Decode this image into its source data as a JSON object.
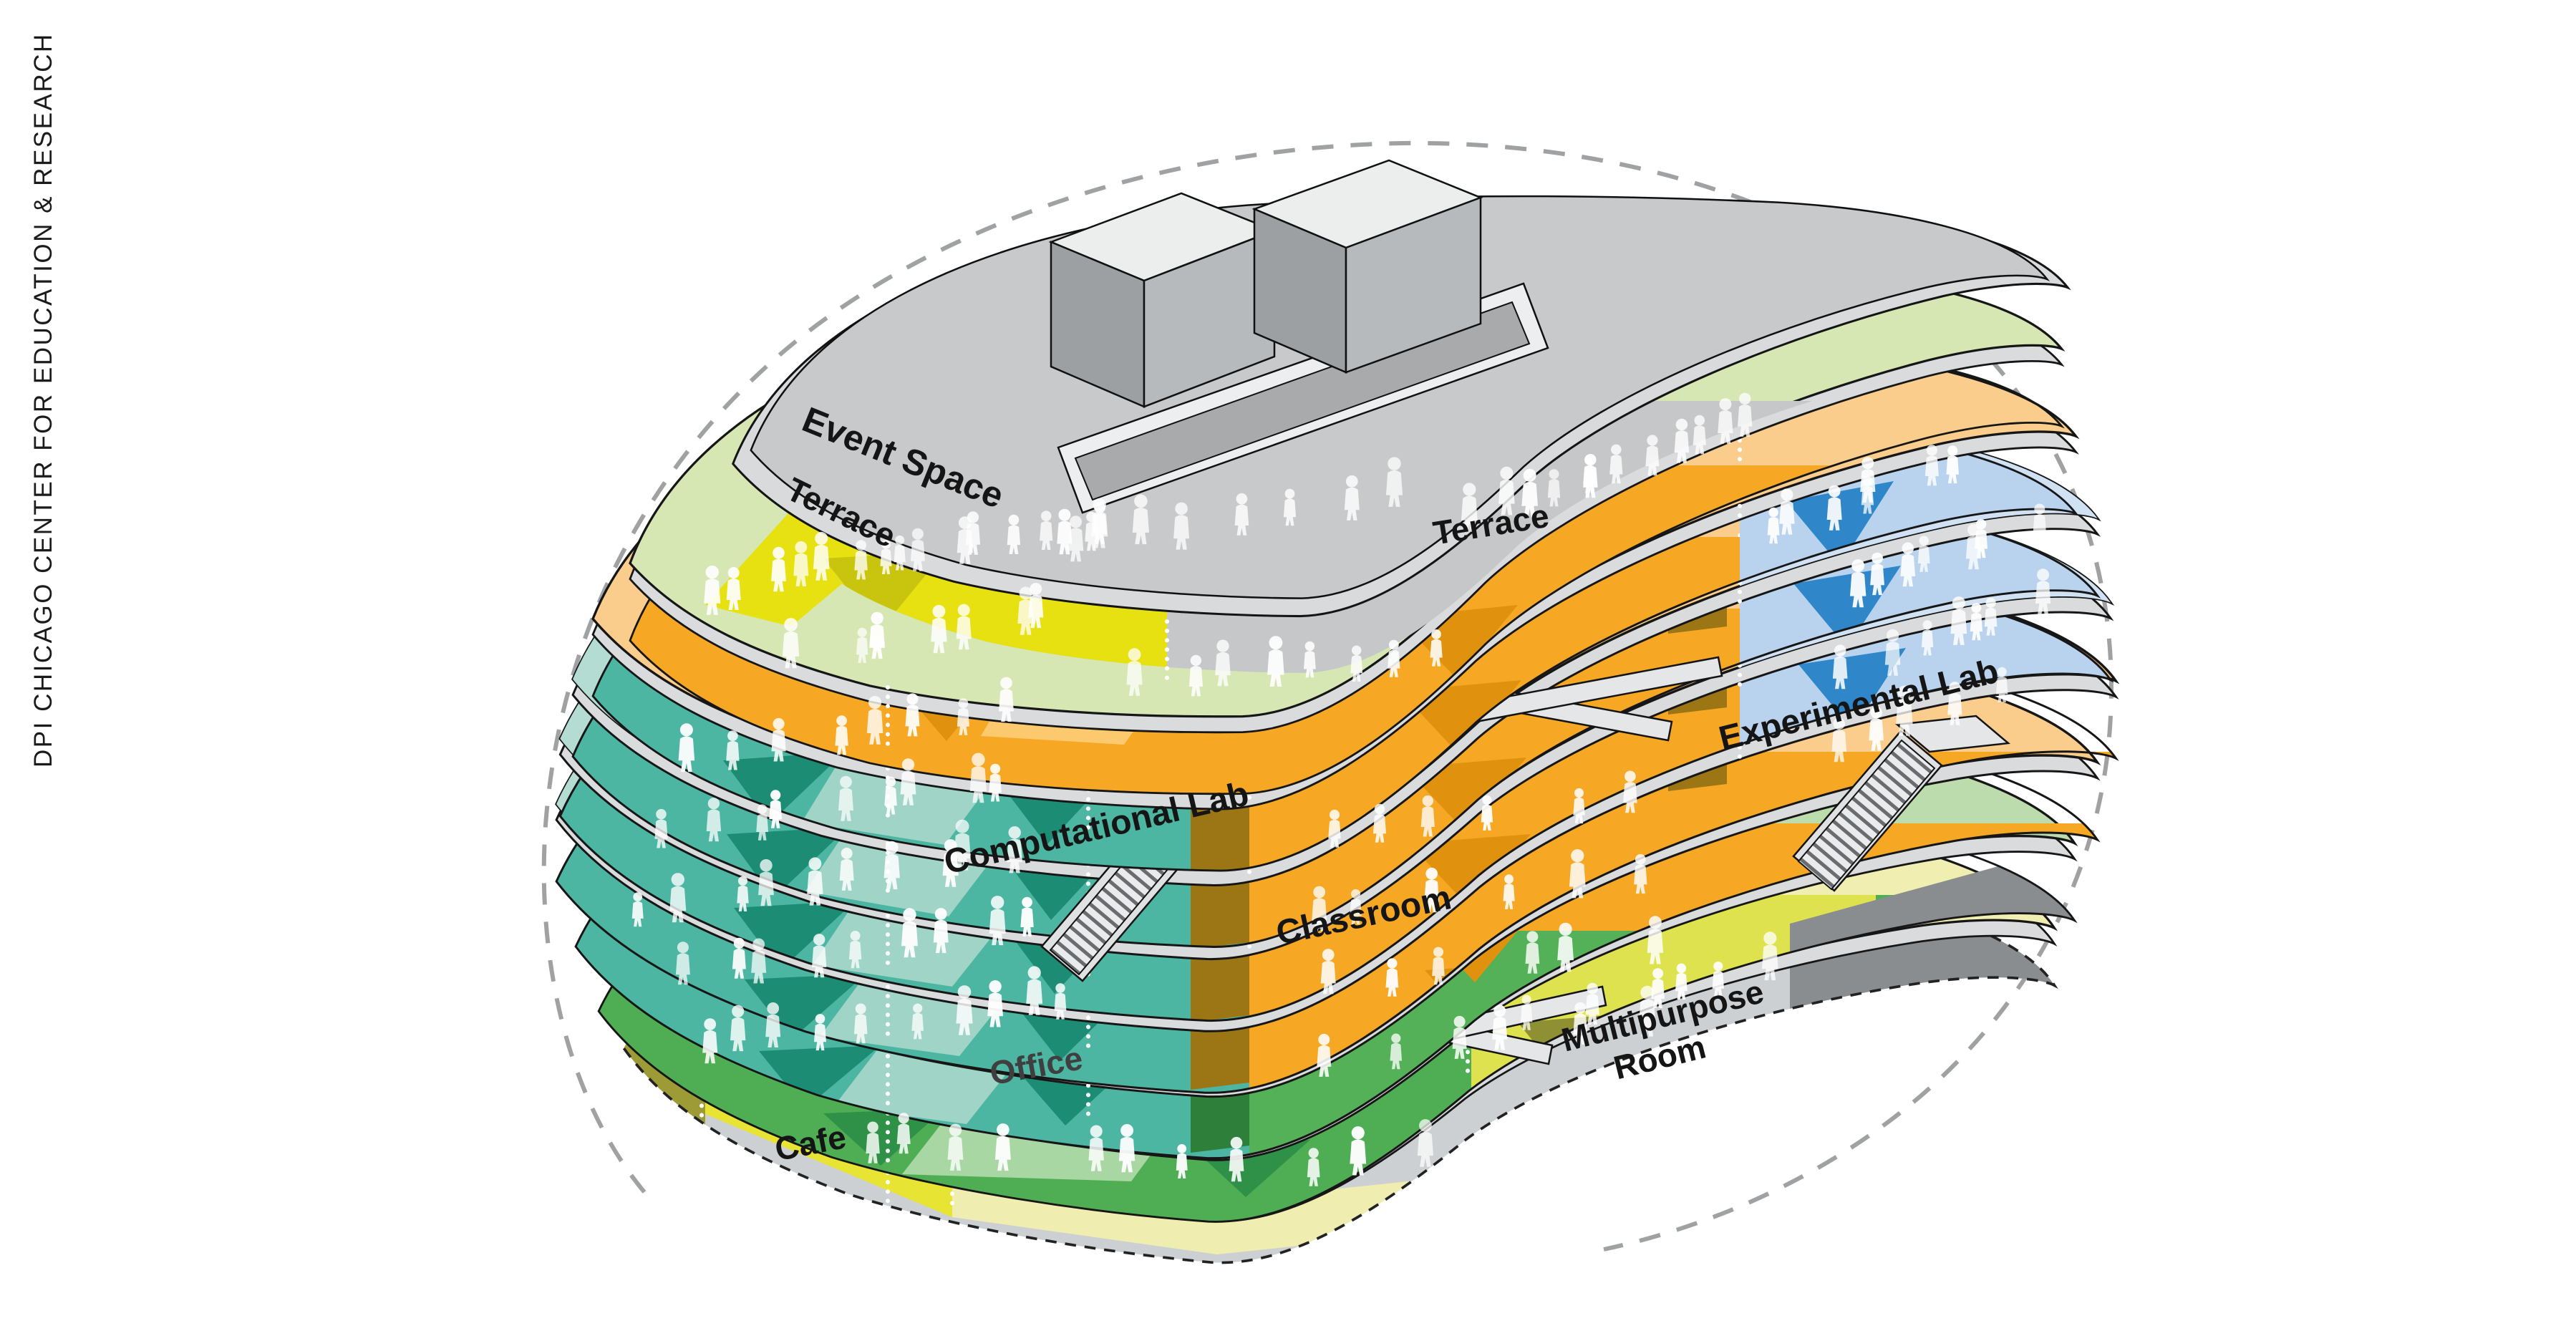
{
  "page": {
    "background": "#ffffff",
    "kind": "architectural axonometric program diagram"
  },
  "sidebar_title": {
    "text": "DPI CHICAGO CENTER FOR EDUCATION & RESEARCH"
  },
  "diagram": {
    "labels": {
      "event_space": "Event Space",
      "terrace_upper": "Terrace",
      "terrace_right": "Terrace",
      "experimental_lab": "Experimental Lab",
      "computational_lab": "Computational Lab",
      "classroom": "Classroom",
      "office": "Office",
      "multipurpose": {
        "lines": [
          "Multipurpose",
          "Room"
        ]
      },
      "cafe": "Cafe"
    },
    "palette": {
      "event_space_yellow": "#e7e112",
      "terrace_green": "#d6e7b4",
      "classroom_orange": "#f6a825",
      "orange_deck": "#fbcd8c",
      "atrium_shaft": "#9c7514",
      "computational_teal": "#4db6a3",
      "teal_deck": "#b5dcd2",
      "experimental_blue": "#b9d3ee",
      "blue_accent": "#2f87c9",
      "office_green": "#4fae54",
      "multipurpose_yellowgreen": "#dfe24f",
      "cafe_yellow": "#e8e433",
      "ground_pale": "#f1eeb2",
      "olive": "#9d9b36",
      "slab_gray": "#d9dbdd",
      "roof_gray": "#c7c9cb",
      "outline_dash_gray": "#9fa1a3"
    }
  }
}
